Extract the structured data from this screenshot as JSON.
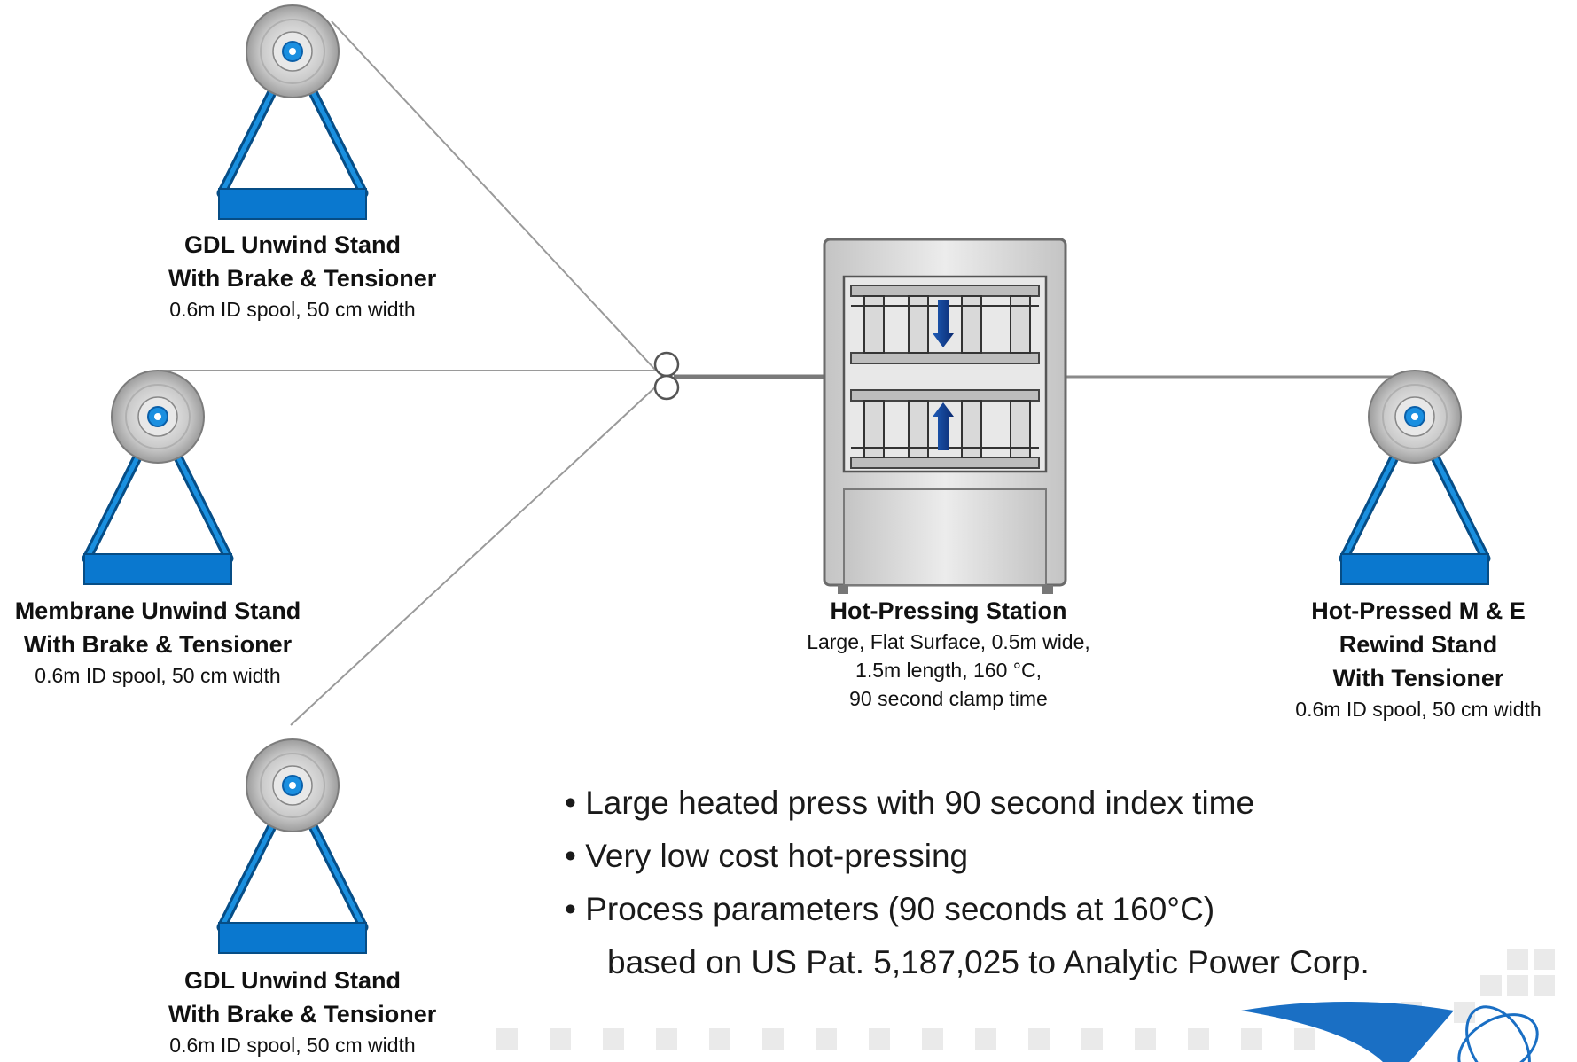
{
  "colors": {
    "stand_blue": "#0a78cf",
    "stand_outline": "#064d86",
    "spool_grey": "#b8b8b8",
    "web_line": "#9a9a9a",
    "press_body": "#d6d6d6"
  },
  "stands": [
    {
      "id": "gdl-top",
      "title_lines": [
        "GDL Unwind Stand",
        "With Brake & Tensioner"
      ],
      "sub_lines": [
        "0.6m ID spool, 50 cm width"
      ]
    },
    {
      "id": "membrane",
      "title_lines": [
        "Membrane Unwind Stand",
        "With Brake & Tensioner"
      ],
      "sub_lines": [
        "0.6m ID spool, 50 cm width"
      ]
    },
    {
      "id": "gdl-bottom",
      "title_lines": [
        "GDL Unwind Stand",
        "With Brake & Tensioner"
      ],
      "sub_lines": [
        "0.6m ID spool, 50 cm width"
      ]
    },
    {
      "id": "rewind",
      "title_lines": [
        "Hot-Pressed M & E",
        "Rewind Stand",
        "With Tensioner"
      ],
      "sub_lines": [
        "0.6m ID spool, 50 cm width"
      ]
    }
  ],
  "press": {
    "title": "Hot-Pressing Station",
    "sub_lines": [
      "Large, Flat Surface, 0.5m wide,",
      "1.5m length, 160 °C,",
      "90 second clamp time"
    ]
  },
  "bullets": [
    "• Large heated press with 90 second index time",
    "• Very low cost hot-pressing",
    "• Process parameters (90 seconds at 160°C)",
    "based on US Pat. 5,187,025 to Analytic Power Corp."
  ]
}
